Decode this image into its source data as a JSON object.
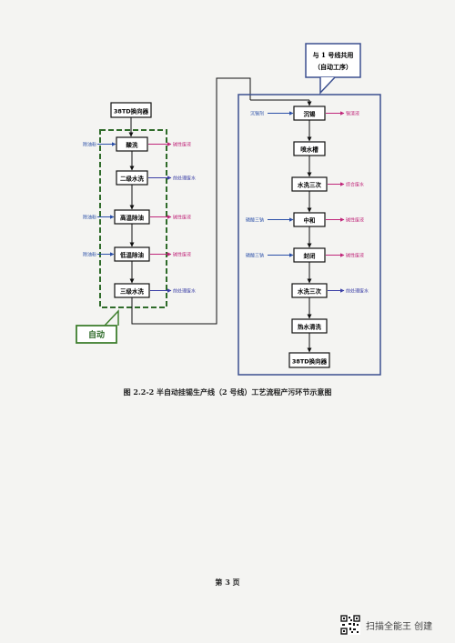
{
  "diagram": {
    "left_line": {
      "start": "38TD换向器",
      "steps": [
        {
          "name": "酸洗",
          "input": "除油粉",
          "output": "碱性废液",
          "output_kind": "alkaline"
        },
        {
          "name": "二级水洗",
          "input": "",
          "output": "前处理废水",
          "output_kind": "rinse"
        },
        {
          "name": "高温除油",
          "input": "除油粉",
          "output": "碱性废液",
          "output_kind": "alkaline"
        },
        {
          "name": "低温除油",
          "input": "除油粉",
          "output": "碱性废液",
          "output_kind": "alkaline"
        },
        {
          "name": "三级水洗",
          "input": "",
          "output": "前处理废水",
          "output_kind": "rinse"
        }
      ],
      "auto_label": "自动"
    },
    "right_line": {
      "shared_label_line1": "与 1 号线共用",
      "shared_label_line2": "（自动工序）",
      "steps": [
        {
          "name": "沉锡",
          "input": "沉锡剂",
          "output": "锡渣液",
          "output_kind": "alkaline"
        },
        {
          "name": "喷水槽",
          "input": "",
          "output": "",
          "output_kind": ""
        },
        {
          "name": "水洗三次",
          "input": "",
          "output": "综合废水",
          "output_kind": "alkaline"
        },
        {
          "name": "中和",
          "input": "磷酸三钠",
          "output": "碱性废液",
          "output_kind": "alkaline"
        },
        {
          "name": "封闭",
          "input": "磷酸三钠",
          "output": "碱性废液",
          "output_kind": "alkaline"
        },
        {
          "name": "水洗三次",
          "input": "",
          "output": "前处理废水",
          "output_kind": "rinse"
        },
        {
          "name": "热水清洗",
          "input": "",
          "output": "",
          "output_kind": ""
        }
      ],
      "end": "38TD换向器"
    },
    "colors": {
      "box_border": "#111111",
      "input_arrow": "#2a4fa8",
      "alkaline_arrow": "#c0267a",
      "rinse_arrow": "#3b3fa6",
      "auto_dash": "#2f6b2a",
      "auto_label_border": "#3f7f2f",
      "right_frame": "#3b4f8f"
    }
  },
  "caption": "图 2.2-2 半自动挂锡生产线（2 号线）工艺流程产污环节示意图",
  "page_number": "第 3 页",
  "watermark": {
    "icon": "qr-code-icon",
    "text": "扫描全能王 创建"
  }
}
